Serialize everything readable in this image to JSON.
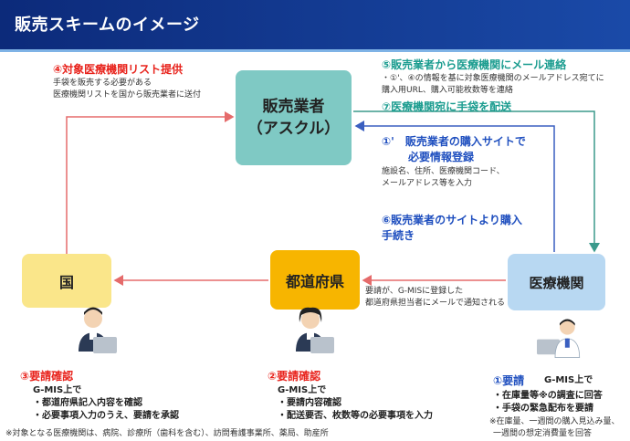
{
  "header": {
    "title": "販売スキームのイメージ"
  },
  "nodes": {
    "seller_line1": "販売業者",
    "seller_line2": "（アスクル）",
    "kuni": "国",
    "prefecture": "都道府県",
    "institution": "医療機関"
  },
  "step4": {
    "title": "④対象医療機関リスト提供",
    "line1": "手袋を販売する必要がある",
    "line2": "医療機関リストを国から販売業者に送付"
  },
  "step5": {
    "title": "⑤販売業者から医療機関にメール連絡",
    "line1": "・①'、④の情報を基に対象医療機関のメールアドレス宛てに",
    "line2": "購入用URL、購入可能枚数等を連絡"
  },
  "step7": {
    "title": "⑦医療機関宛に手袋を配送"
  },
  "step1p": {
    "title1": "①'　販売業者の購入サイトで",
    "title2": "必要情報登録",
    "line1": "施設名、住所、医療機関コード、",
    "line2": "メールアドレス等を入力"
  },
  "step6": {
    "title1": "⑥販売業者のサイトより購入",
    "title2": "手続き"
  },
  "notify": {
    "line1": "要請が、G-MISに登録した",
    "line2": "都道府県担当者にメールで通知される"
  },
  "step3": {
    "title": "③要請確認",
    "line1": "G-MIS上で",
    "line2": "・都道府県記入内容を確認",
    "line3": "・必要事項入力のうえ、要請を承認"
  },
  "step2": {
    "title": "②要請確認",
    "line1": "G-MIS上で",
    "line2": "・要請内容確認",
    "line3": "・配送要否、枚数等の必要事項を入力"
  },
  "step1": {
    "title": "①要請",
    "sub": "G-MIS上で",
    "line1": "・在庫量等※の調査に回答",
    "line2": "・手袋の緊急配布を要請",
    "note1": "※在庫量、一週間の購入見込み量、",
    "note2": "一週間の想定消費量を回答"
  },
  "footnote": "※対象となる医療機関は、病院、診療所（歯科を含む）、訪問看護事業所、薬局、助産所",
  "colors": {
    "red_arrow": "#e56b6b",
    "teal_arrow": "#3b9a8c",
    "blue_arrow": "#3a5fc0"
  }
}
